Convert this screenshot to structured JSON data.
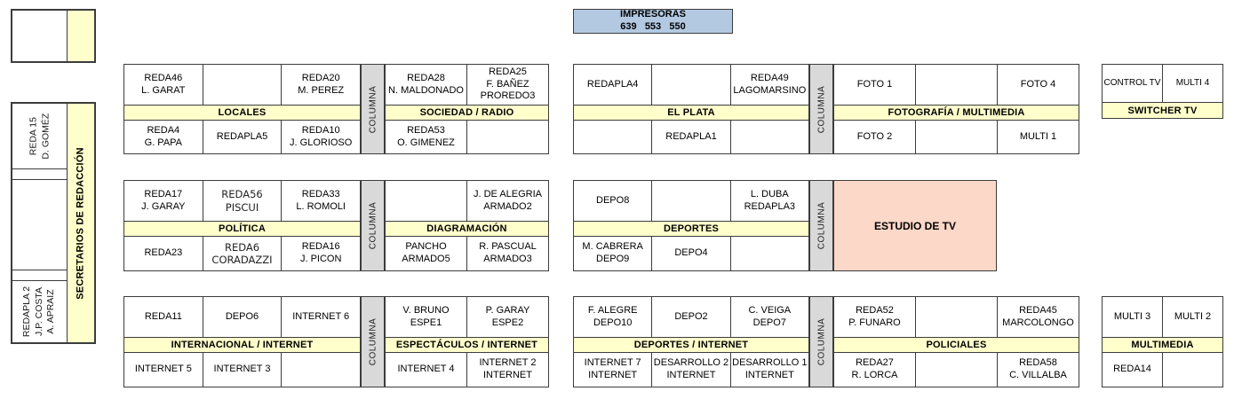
{
  "colors": {
    "band_yellow": "#ffffcc",
    "column_gray": "#d9d9d9",
    "studio_pink": "#fcd8c8",
    "printer_blue": "#b3c9e2",
    "border": "#3c3c3c"
  },
  "printer": {
    "title": "IMPRESORAS",
    "numbers": "639   553   550"
  },
  "labels": {
    "columna": "COLUMNA",
    "estudio": "ESTUDIO DE TV"
  },
  "sidebar": {
    "secretarios": "SECRETARIOS DE REDACCIÓN",
    "desk_top": "REDA 15\nD. GOMÉZ",
    "desk_bottom": "REDAPLA 2\nJ.P. COSTA\nA. APRAIZ"
  },
  "groups": {
    "locales": {
      "header": "LOCALES",
      "top": [
        "REDA46\nL. GARAT",
        "",
        "REDA20\nM. PEREZ"
      ],
      "bottom": [
        "REDA4\nG. PAPA",
        "REDAPLA5",
        "REDA10\nJ. GLORIOSO"
      ]
    },
    "sociedad_radio": {
      "header": "SOCIEDAD / RADIO",
      "top": [
        "REDA28\nN. MALDONADO",
        "REDA25\nF. BAÑEZ\nPROREDO3"
      ],
      "bottom": [
        "REDA53\nO. GIMENEZ",
        ""
      ]
    },
    "el_plata": {
      "header": "EL PLATA",
      "top": [
        "REDAPLA4",
        "",
        "REDA49\nLAGOMARSINO"
      ],
      "bottom": [
        "",
        "REDAPLA1",
        ""
      ]
    },
    "fotografia_multimedia": {
      "header": "FOTOGRAFÍA / MULTIMEDIA",
      "top": [
        "FOTO 1",
        "",
        "FOTO 4"
      ],
      "bottom": [
        "FOTO 2",
        "",
        "MULTI 1"
      ]
    },
    "switcher_tv": {
      "header": "SWITCHER TV",
      "top": [
        "CONTROL TV",
        "MULTI 4"
      ]
    },
    "politica": {
      "header": "POLÍTICA",
      "top": [
        "REDA17\nJ. GARAY",
        "REDA56\nPISCUI",
        "REDA33\nL. ROMOLI"
      ],
      "bottom": [
        "REDA23",
        "REDA6\nCORADAZZI",
        "REDA16\nJ. PICON"
      ]
    },
    "diagramacion": {
      "header": "DIAGRAMACIÓN",
      "top": [
        "",
        "J. DE ALEGRIA\nARMADO2"
      ],
      "bottom": [
        "PANCHO\nARMADO5",
        "R. PASCUAL\nARMADO3"
      ]
    },
    "deportes": {
      "header": "DEPORTES",
      "top": [
        "DEPO8",
        "",
        "L. DUBA\nREDAPLA3"
      ],
      "bottom": [
        "M. CABRERA\nDEPO9",
        "DEPO4",
        ""
      ]
    },
    "internacional_internet": {
      "header": "INTERNACIONAL / INTERNET",
      "top": [
        "REDA11",
        "DEPO6",
        "INTERNET 6"
      ],
      "bottom": [
        "INTERNET 5",
        "INTERNET 3",
        ""
      ]
    },
    "espectaculos_internet": {
      "header": "ESPECTÁCULOS / INTERNET",
      "top": [
        "V. BRUNO\nESPE1",
        "P. GARAY\nESPE2"
      ],
      "bottom": [
        "INTERNET 4",
        "INTERNET 2\nINTERNET"
      ]
    },
    "deportes_internet": {
      "header": "DEPORTES / INTERNET",
      "top": [
        "F. ALEGRE\nDEPO10",
        "DEPO2",
        "C. VEIGA\nDEPO7"
      ],
      "bottom": [
        "INTERNET 7\nINTERNET",
        "DESARROLLO 2\nINTERNET",
        "DESARROLLO 1\nINTERNET"
      ]
    },
    "policiales": {
      "header": "POLICIALES",
      "top": [
        "REDA52\nP. FUNARO",
        "",
        "REDA45\nMARCOLONGO"
      ],
      "bottom": [
        "REDA27\nR. LORCA",
        "",
        "REDA58\nC. VILLALBA"
      ]
    },
    "multimedia": {
      "header": "MULTIMEDIA",
      "top": [
        "MULTI 3",
        "MULTI 2"
      ],
      "bottom": [
        "REDA14",
        ""
      ]
    }
  }
}
